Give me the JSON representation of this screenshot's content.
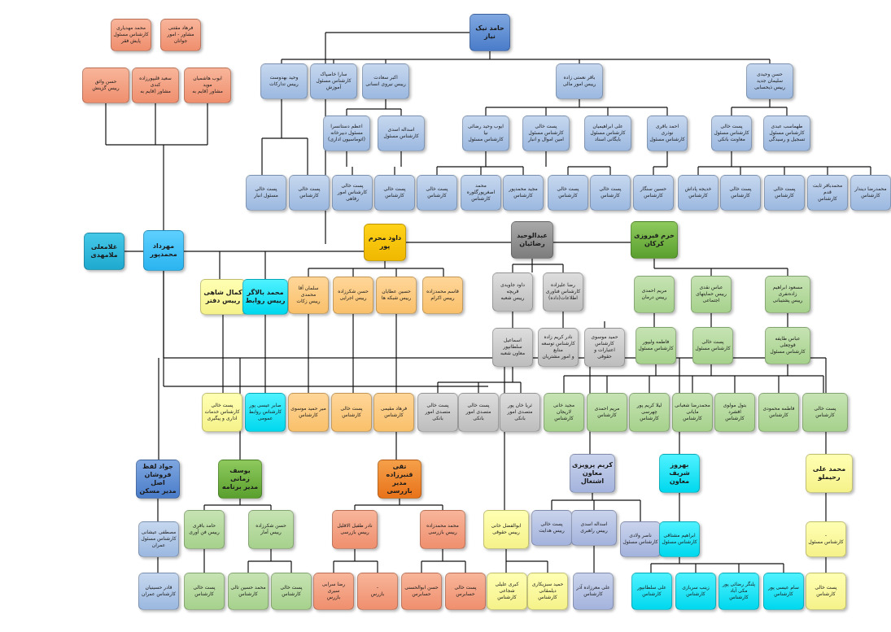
{
  "chart_title": "",
  "colors": {
    "c-blue": "#9bb8e0",
    "c-darkblue": "#4a7cc9",
    "c-green": "#a6d18c",
    "c-darkgreen": "#5aa02e",
    "c-gray": "#bdbdbd",
    "c-darkgray": "#7d7d7d",
    "c-orange": "#f9c06a",
    "c-darkorange": "#e8731a",
    "c-yellow": "#f5f28a",
    "c-gold": "#f0b800",
    "c-cyan": "#00d8ee",
    "c-salmon": "#ef8f6e",
    "c-lavender": "#a4b3dd",
    "c-skyblue": "#2bb4f0",
    "c-teal": "#1fa9cf"
  },
  "nodes": [
    {
      "id": "root",
      "text": "حامد نیک\nنیاز",
      "color": "c-darkblue",
      "big": true
    },
    {
      "id": "s1",
      "text": "محمد مهدیاری\nکارشناس مسئول\nپایش فقر",
      "color": "c-salmon"
    },
    {
      "id": "s2",
      "text": "فرهاد مقتنی\nمشاور - امور\nجوانان",
      "color": "c-salmon"
    },
    {
      "id": "s3",
      "text": "حسن واثق\nرییس گزینش",
      "color": "c-salmon"
    },
    {
      "id": "s4",
      "text": "سعید قلیپورزاده\nکندی\nمشاور (قایم به",
      "color": "c-salmon"
    },
    {
      "id": "s5",
      "text": "ایوب هاشمیان\nموید\nمشاور (قایم به",
      "color": "c-salmon"
    },
    {
      "id": "b1",
      "text": "وحید بهدوست\nرییس تدارکات",
      "color": "c-blue"
    },
    {
      "id": "b2",
      "text": "سارا خاصپاک\nکارشناس مسئول\nآموزش",
      "color": "c-blue"
    },
    {
      "id": "b3",
      "text": "اکبر سعادت\nرییس نیروی انسانی",
      "color": "c-blue"
    },
    {
      "id": "b4",
      "text": "باقر نعمتی زاده\nرییس امور مالی",
      "color": "c-blue"
    },
    {
      "id": "b5",
      "text": "حسن وحیدی\nسلیمان جدید\nرییس ذیحسابی",
      "color": "c-blue"
    },
    {
      "id": "b6",
      "text": "اعظم دستانسرا\nمسئول دبیرخانه\n(اتوماسیون اداری)",
      "color": "c-blue"
    },
    {
      "id": "b7",
      "text": "اسداله اسدی\nکارشناس مسئول",
      "color": "c-blue"
    },
    {
      "id": "b8",
      "text": "ایوب وحید رضائی\nنیا\nکارشناس مسئول",
      "color": "c-blue"
    },
    {
      "id": "b9",
      "text": "پست خالی\nکارشناس مسئول\nامین اموال و انبار",
      "color": "c-blue"
    },
    {
      "id": "b10",
      "text": "علی ابراهیمیان\nکارشناس مسئول\nبایگانی اسناد",
      "color": "c-blue"
    },
    {
      "id": "b11",
      "text": "احمد باقری\nنوذری\nکارشناس مسئول",
      "color": "c-blue"
    },
    {
      "id": "b12",
      "text": "پست خالی\nکارشناس مسئول\nمعاونت بانکی",
      "color": "c-blue"
    },
    {
      "id": "b13",
      "text": "طهماسب عبدی\nکارشناس مسئول\nتسجیل و رسیدگی",
      "color": "c-blue"
    },
    {
      "id": "r1",
      "text": "پست خالی\nمسئول انبار",
      "color": "c-blue"
    },
    {
      "id": "r2",
      "text": "پست خالی\nکارشناس",
      "color": "c-blue"
    },
    {
      "id": "r3",
      "text": "پست خالی\nکارشناس امور\nرفاهی",
      "color": "c-blue"
    },
    {
      "id": "r4",
      "text": "پست خالی\nکارشناس",
      "color": "c-blue"
    },
    {
      "id": "r5",
      "text": "پست خالی\nکارشناس",
      "color": "c-blue"
    },
    {
      "id": "r6",
      "text": "محمد اصغرپورگلوره\nکارشناس",
      "color": "c-blue"
    },
    {
      "id": "r7",
      "text": "مجید محمدپور\nکارشناس",
      "color": "c-blue"
    },
    {
      "id": "r8",
      "text": "پست خالی\nکارشناس",
      "color": "c-blue"
    },
    {
      "id": "r9",
      "text": "پست خالی\nکارشناس",
      "color": "c-blue"
    },
    {
      "id": "r10",
      "text": "حسین سنگار\nکارشناس",
      "color": "c-blue"
    },
    {
      "id": "r11",
      "text": "خدیجه پاداش\nکارشناس",
      "color": "c-blue"
    },
    {
      "id": "r12",
      "text": "پست خالی\nکارشناس",
      "color": "c-blue"
    },
    {
      "id": "r13",
      "text": "پست خالی\nکارشناس",
      "color": "c-blue"
    },
    {
      "id": "r14",
      "text": "محمدباقر ثابت قدم\nکارشناس",
      "color": "c-blue"
    },
    {
      "id": "r15",
      "text": "محمدرضا دیندار\nکارشناس",
      "color": "c-blue"
    },
    {
      "id": "m1",
      "text": "غلامعلی\nملامهدی",
      "color": "c-teal",
      "big": true
    },
    {
      "id": "m2",
      "text": "مهرداد\nمحمدپور",
      "color": "c-skyblue",
      "big": true
    },
    {
      "id": "m3",
      "text": "داود محرم\nپور",
      "color": "c-gold",
      "big": true
    },
    {
      "id": "m4",
      "text": "عبدالوحید\nرضائیان",
      "color": "c-darkgray",
      "big": true
    },
    {
      "id": "m5",
      "text": "خرم فیروزی\nکرکان",
      "color": "c-darkgreen",
      "big": true
    },
    {
      "id": "y1",
      "text": "کمال شاهی\nرییس دفتر",
      "color": "c-yellow",
      "big": true
    },
    {
      "id": "y2",
      "text": "محمد بالاگر\nرییس روابط",
      "color": "c-cyan",
      "big": true
    },
    {
      "id": "o1",
      "text": "سلمان آقا محمدی\nرییس زکات",
      "color": "c-orange"
    },
    {
      "id": "o2",
      "text": "حسن شکرزاده\nرییس اجرایی",
      "color": "c-orange"
    },
    {
      "id": "o3",
      "text": "حسین عطایان\nرییس شبکه ها",
      "color": "c-orange"
    },
    {
      "id": "o4",
      "text": "قاسم محمدزاده\nرییس اکرام",
      "color": "c-orange"
    },
    {
      "id": "g1",
      "text": "داود جاویدی قریچه\nرییس شعبه",
      "color": "c-gray"
    },
    {
      "id": "g2",
      "text": "رضا علیزاده\nکارشناس فناوری\nاطلاعات(داده)",
      "color": "c-gray"
    },
    {
      "id": "g3",
      "text": "اسماعیل سلطانپور\nمعاون شعبه",
      "color": "c-gray"
    },
    {
      "id": "g4",
      "text": "نادر کریم زاده\nکارشناس توسعه منابع\nو امور مشتریان",
      "color": "c-gray"
    },
    {
      "id": "g5",
      "text": "حمید موسوی\nکارشناس اعتبارات و\nحقوقی",
      "color": "c-gray"
    },
    {
      "id": "gr1",
      "text": "مریم احمدی\nرییس درمان",
      "color": "c-green"
    },
    {
      "id": "gr2",
      "text": "عباس نقدی\nرییس حمایتهای\nاجتماعی",
      "color": "c-green"
    },
    {
      "id": "gr3",
      "text": "مسعود ابراهیم\nزاده‌نفری\nرییس پشتیبانی",
      "color": "c-green"
    },
    {
      "id": "gr4",
      "text": "فاطمه ولیپور\nکارشناس مسئول",
      "color": "c-green"
    },
    {
      "id": "gr5",
      "text": "پست خالی\nکارشناس مسئول",
      "color": "c-green"
    },
    {
      "id": "gr6",
      "text": "عباس طایفه قوچعلی\nکارشناس مسئول",
      "color": "c-green"
    },
    {
      "id": "l1",
      "text": "پست خالی\nکارشناس خدمات\nاداری و پیگیری",
      "color": "c-yellow"
    },
    {
      "id": "l2",
      "text": "صابر عیسی پور\nکارشناس روابط\nعمومی",
      "color": "c-cyan"
    },
    {
      "id": "l3",
      "text": "میر حمید موسوی\nکارشناس",
      "color": "c-orange"
    },
    {
      "id": "l4",
      "text": "پست خالی\nکارشناس",
      "color": "c-orange"
    },
    {
      "id": "l5",
      "text": "فرهاد مقیمی\nکارشناس",
      "color": "c-orange"
    },
    {
      "id": "l6",
      "text": "پست خالی\nمتصدی امور بانکی",
      "color": "c-gray"
    },
    {
      "id": "l7",
      "text": "پست خالی\nمتصدی امور بانکی",
      "color": "c-gray"
    },
    {
      "id": "l8",
      "text": "ثریا خان پور\nمتصدی امور بانکی",
      "color": "c-gray"
    },
    {
      "id": "l9",
      "text": "مجید خانی لاریجان\nکارشناس",
      "color": "c-green"
    },
    {
      "id": "l10",
      "text": "مریم احمدی\nکارشناس",
      "color": "c-green"
    },
    {
      "id": "l11",
      "text": "لیلا کریم پور چهرسی\nکارشناس",
      "color": "c-green"
    },
    {
      "id": "l12",
      "text": "محمدرضا شعبانی\nمایانی\nکارشناس",
      "color": "c-green"
    },
    {
      "id": "l13",
      "text": "بتول مولوی افشرد\nکارشناس",
      "color": "c-green"
    },
    {
      "id": "l14",
      "text": "فاطمه محمودی\nکارشناس",
      "color": "c-green"
    },
    {
      "id": "l15",
      "text": "پست خالی\nکارشناس",
      "color": "c-green"
    },
    {
      "id": "k1",
      "text": "جواد لفظ\nفروشان اصل\nمدیر مسکن",
      "color": "c-darkblue",
      "big": true
    },
    {
      "id": "k2",
      "text": "یوسف زمانی\nمدیر برنامه",
      "color": "c-darkgreen",
      "big": true
    },
    {
      "id": "k3",
      "text": "تقی قنبرزاده\nمدیر بازرسی",
      "color": "c-darkorange",
      "big": true
    },
    {
      "id": "k4",
      "text": "کریم پرویزی\nمعاون اشتغال",
      "color": "c-lavender",
      "big": true
    },
    {
      "id": "k5",
      "text": "بهروز شریف\nمعاون",
      "color": "c-cyan",
      "big": true
    },
    {
      "id": "k6",
      "text": "محمد علی\nرحیملو",
      "color": "c-yellow",
      "big": true
    },
    {
      "id": "n1",
      "text": "مصطفی عیشانی\nکارشناس مسئول عمران",
      "color": "c-blue"
    },
    {
      "id": "n2",
      "text": "حامد باقری\nرییس فن آوری",
      "color": "c-green"
    },
    {
      "id": "n3",
      "text": "حسن شکرزاده\nرییس آمار",
      "color": "c-green"
    },
    {
      "id": "n4",
      "text": "نادر طفیل الاقلیل\nرییس بازرسی",
      "color": "c-salmon"
    },
    {
      "id": "n5",
      "text": "محمد محمدزاده\nرییس بازرسی",
      "color": "c-salmon"
    },
    {
      "id": "n6",
      "text": "ابوالفضل خانی\nرییس حقوقی",
      "color": "c-yellow"
    },
    {
      "id": "n7",
      "text": "پست خالی\nرییس هدایت",
      "color": "c-lavender"
    },
    {
      "id": "n8",
      "text": "اسداله اسدی\nرییس راهبری",
      "color": "c-lavender"
    },
    {
      "id": "n9",
      "text": "ناصر ولادی\nکارشناس مسئول",
      "color": "c-lavender"
    },
    {
      "id": "n10",
      "text": "ابراهیم مشتاقی\nکارشناس مسئول",
      "color": "c-cyan"
    },
    {
      "id": "n11",
      "text": "-\nکارشناس مسئول",
      "color": "c-yellow"
    },
    {
      "id": "p1",
      "text": "قادر حسینیان\nکارشناس عمران",
      "color": "c-blue"
    },
    {
      "id": "p2",
      "text": "پست خالی\nکارشناس",
      "color": "c-green"
    },
    {
      "id": "p3",
      "text": "محمد حسین تالی\nکارشناس",
      "color": "c-green"
    },
    {
      "id": "p4",
      "text": "پست خالی\nکارشناس",
      "color": "c-green"
    },
    {
      "id": "p5",
      "text": "رضا سرابی سیری\nبازرس",
      "color": "c-salmon"
    },
    {
      "id": "p6",
      "text": "-\nبازرس",
      "color": "c-salmon"
    },
    {
      "id": "p7",
      "text": "حسن ابوالحسنی\nحسابرس",
      "color": "c-salmon"
    },
    {
      "id": "p8",
      "text": "پست خالی\nحسابرس",
      "color": "c-salmon"
    },
    {
      "id": "p9",
      "text": "کبری علیلی شجاعی\nکارشناس",
      "color": "c-yellow"
    },
    {
      "id": "p10",
      "text": "حمید سبزیکاری\nدیلمقانی\nکارشناس",
      "color": "c-yellow"
    },
    {
      "id": "p11",
      "text": "علی معرزاده آذر\nکارشناس",
      "color": "c-lavender"
    },
    {
      "id": "p12",
      "text": "علی سلطانپور\nکارشناس",
      "color": "c-cyan"
    },
    {
      "id": "p13",
      "text": "زینب سربازی\nکارشناس",
      "color": "c-cyan"
    },
    {
      "id": "p14",
      "text": "پلنگر رضائی پور\nمکی آباد\nکارشناس",
      "color": "c-cyan"
    },
    {
      "id": "p15",
      "text": "سام عیسی پور\nکارشناس",
      "color": "c-cyan"
    },
    {
      "id": "p16",
      "text": "پست خالی\nکارشناس",
      "color": "c-yellow"
    }
  ]
}
